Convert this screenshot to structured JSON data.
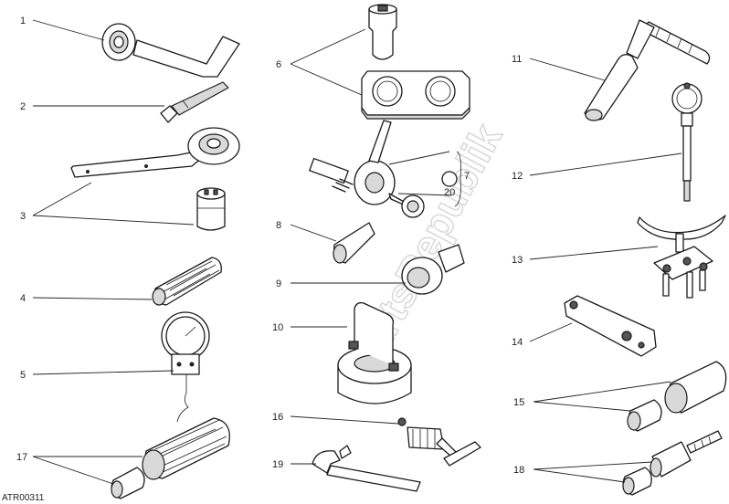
{
  "watermark": "PartsRepublik",
  "reference_code": "ATR00311",
  "callouts": [
    {
      "id": "1",
      "label": "1"
    },
    {
      "id": "2",
      "label": "2"
    },
    {
      "id": "3",
      "label": "3"
    },
    {
      "id": "4",
      "label": "4"
    },
    {
      "id": "5",
      "label": "5"
    },
    {
      "id": "6",
      "label": "6"
    },
    {
      "id": "7",
      "label": "7"
    },
    {
      "id": "8",
      "label": "8"
    },
    {
      "id": "9",
      "label": "9"
    },
    {
      "id": "10",
      "label": "10"
    },
    {
      "id": "11",
      "label": "11"
    },
    {
      "id": "12",
      "label": "12"
    },
    {
      "id": "13",
      "label": "13"
    },
    {
      "id": "14",
      "label": "14"
    },
    {
      "id": "15",
      "label": "15"
    },
    {
      "id": "16",
      "label": "16"
    },
    {
      "id": "17",
      "label": "17"
    },
    {
      "id": "18",
      "label": "18"
    },
    {
      "id": "19",
      "label": "19"
    },
    {
      "id": "20",
      "label": "20"
    }
  ]
}
